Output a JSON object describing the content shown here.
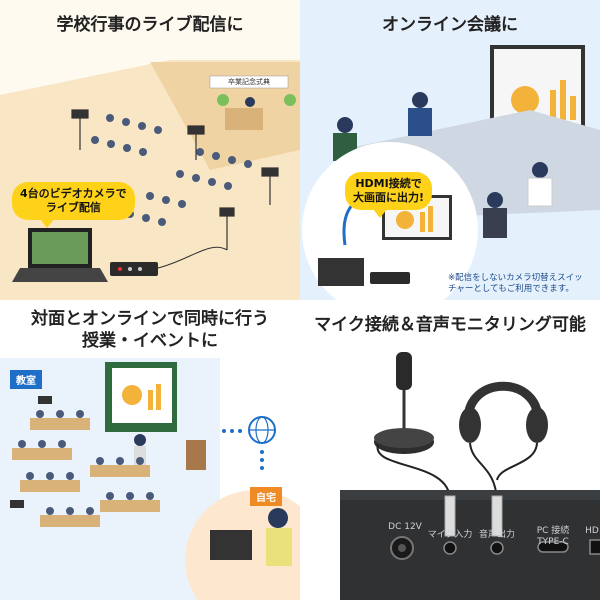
{
  "panels": {
    "school": {
      "title": "学校行事のライブ配信に",
      "bubble": "4台のビデオカメラで\nライブ配信",
      "sign": "卒業記念式典"
    },
    "meeting": {
      "title": "オンライン会議に",
      "bubble": "HDMI接続で\n大画面に出力!",
      "note": "※配信をしないカメラ切替えスイッ\nチャーとしてもご利用できます。"
    },
    "hybrid": {
      "title": "対面とオンラインで同時に行う\n授業・イベントに",
      "classroom": "教室",
      "home": "自宅"
    },
    "mic": {
      "title": "マイク接続＆音声モニタリング可能",
      "ports": [
        {
          "label": "DC 12V"
        },
        {
          "label": "マイク入力"
        },
        {
          "label": "音声出力"
        },
        {
          "label": "PC 接続\nTYPE-C"
        },
        {
          "label": "HD"
        }
      ]
    }
  },
  "colors": {
    "accent": "#ffd21a",
    "blue": "#1f6fc8",
    "orange": "#f08a24"
  }
}
